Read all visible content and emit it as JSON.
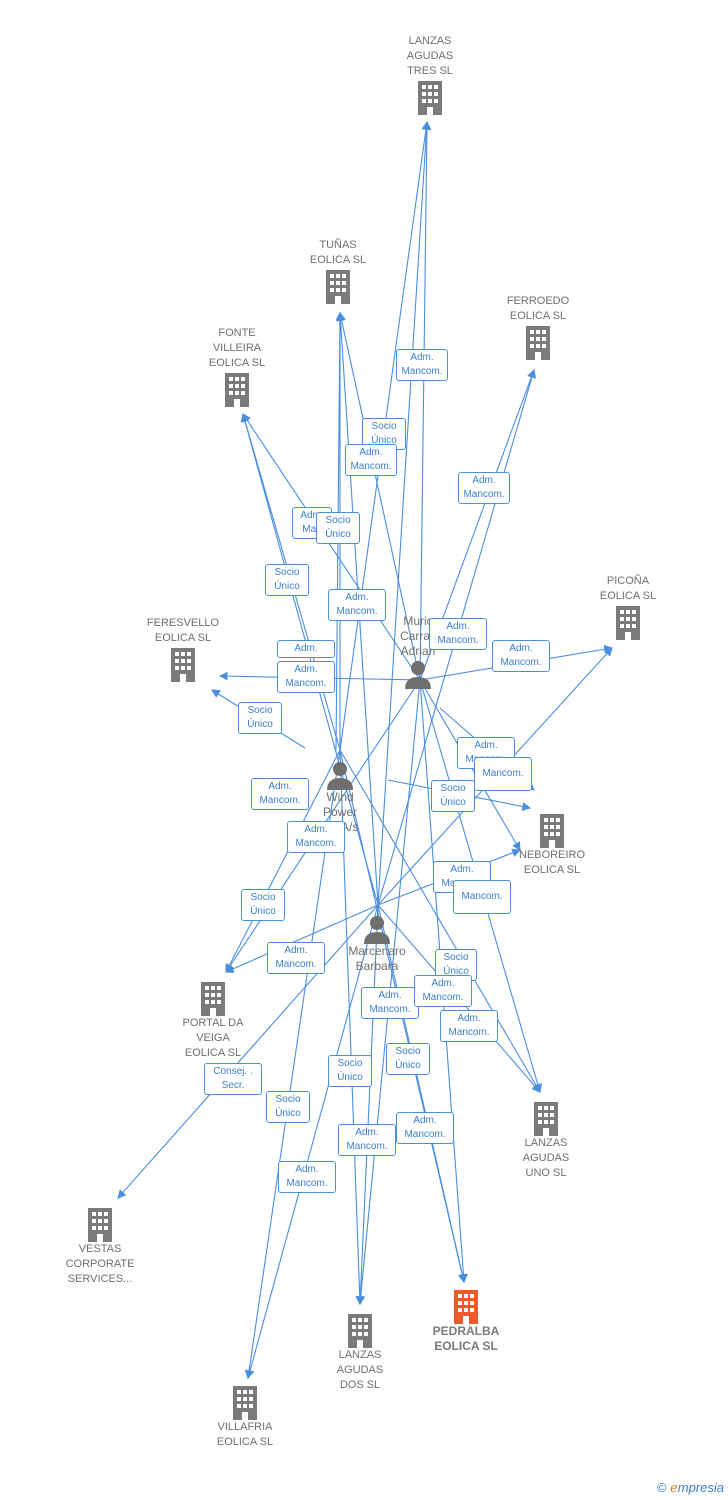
{
  "colors": {
    "edge": "#4a8ede",
    "building": "#7a7a7a",
    "main_building": "#f05a28",
    "tag_border": "#4a90d9"
  },
  "companies": [
    {
      "id": "lanzas_tres",
      "label": "LANZAS\nAGUDAS\nTRES  SL",
      "icon": "building-icon"
    },
    {
      "id": "tunas",
      "label": "TUÑAS\nEOLICA  SL",
      "icon": "building-icon"
    },
    {
      "id": "ferroedo",
      "label": "FERROEDO\nEOLICA  SL",
      "icon": "building-icon"
    },
    {
      "id": "fonte",
      "label": "FONTE\nVILLEIRA\nEOLICA  SL",
      "icon": "building-icon"
    },
    {
      "id": "picona",
      "label": "PICOÑA\nEOLICA  SL",
      "icon": "building-icon"
    },
    {
      "id": "feresvello",
      "label": "FERESVELLO\nEOLICA  SL",
      "icon": "building-icon"
    },
    {
      "id": "neboreiro",
      "label": "NEBOREIRO\nEOLICA  SL",
      "icon": "building-icon"
    },
    {
      "id": "portal",
      "label": "PORTAL DA\nVEIGA\nEOLICA  SL",
      "icon": "building-icon"
    },
    {
      "id": "lanzas_uno",
      "label": "LANZAS\nAGUDAS\nUNO  SL",
      "icon": "building-icon"
    },
    {
      "id": "vestas",
      "label": "VESTAS\nCORPORATE\nSERVICES...",
      "icon": "building-icon"
    },
    {
      "id": "pedralba",
      "label": "PEDRALBA\nEOLICA  SL",
      "icon": "building-icon",
      "main": true
    },
    {
      "id": "lanzas_dos",
      "label": "LANZAS\nAGUDAS\nDOS  SL",
      "icon": "building-icon"
    },
    {
      "id": "villafria",
      "label": "VILLAFRIA\nEOLICA  SL",
      "icon": "building-icon"
    }
  ],
  "persons": [
    {
      "id": "muric",
      "label": "Muric\nCarras\nAdrian",
      "icon": "person-icon"
    },
    {
      "id": "wind",
      "label": "Wind\nPower\nent A/s",
      "icon": "person-icon"
    },
    {
      "id": "marcenaro",
      "label": "Marcenaro\nBarbara",
      "icon": "person-icon"
    }
  ],
  "tags": [
    "Adm.\nMancom.",
    "Socio\nÚnico",
    "Adm.\nMancom.",
    "Adm.\nMancom.",
    "Adm.\nMan",
    "Socio\nÚnico",
    "Socio\nÚnico",
    "Adm.\nMancom.",
    "Adm.\nMancom.",
    "Adm.",
    "Adm.\nMancom.",
    "Adm.\nMancom.",
    "Socio\nÚnico",
    "Adm.\nMancom.",
    "Adm.\nMancom.",
    "Mancom.",
    "Socio\nÚnico",
    "Adm.\nMancom.",
    "Adm.\nMancom.",
    "Mancom.",
    "Socio\nÚnico",
    "Adm.\nMancom.",
    "Socio\nÚnico",
    "Adm.\nMancom.",
    "Adm.\nMancom.",
    "Adm.\nMancom.",
    "Consej. .\nSecr.",
    "Socio\nÚnico",
    "Socio\nÚnico",
    "Socio\nÚnico",
    "Adm.\nMancom.",
    "Adm.\nMancom.",
    "Adm.\nMancom."
  ],
  "footer": {
    "copyright": "©",
    "brand_first": "e",
    "brand_rest": "mpresia"
  }
}
